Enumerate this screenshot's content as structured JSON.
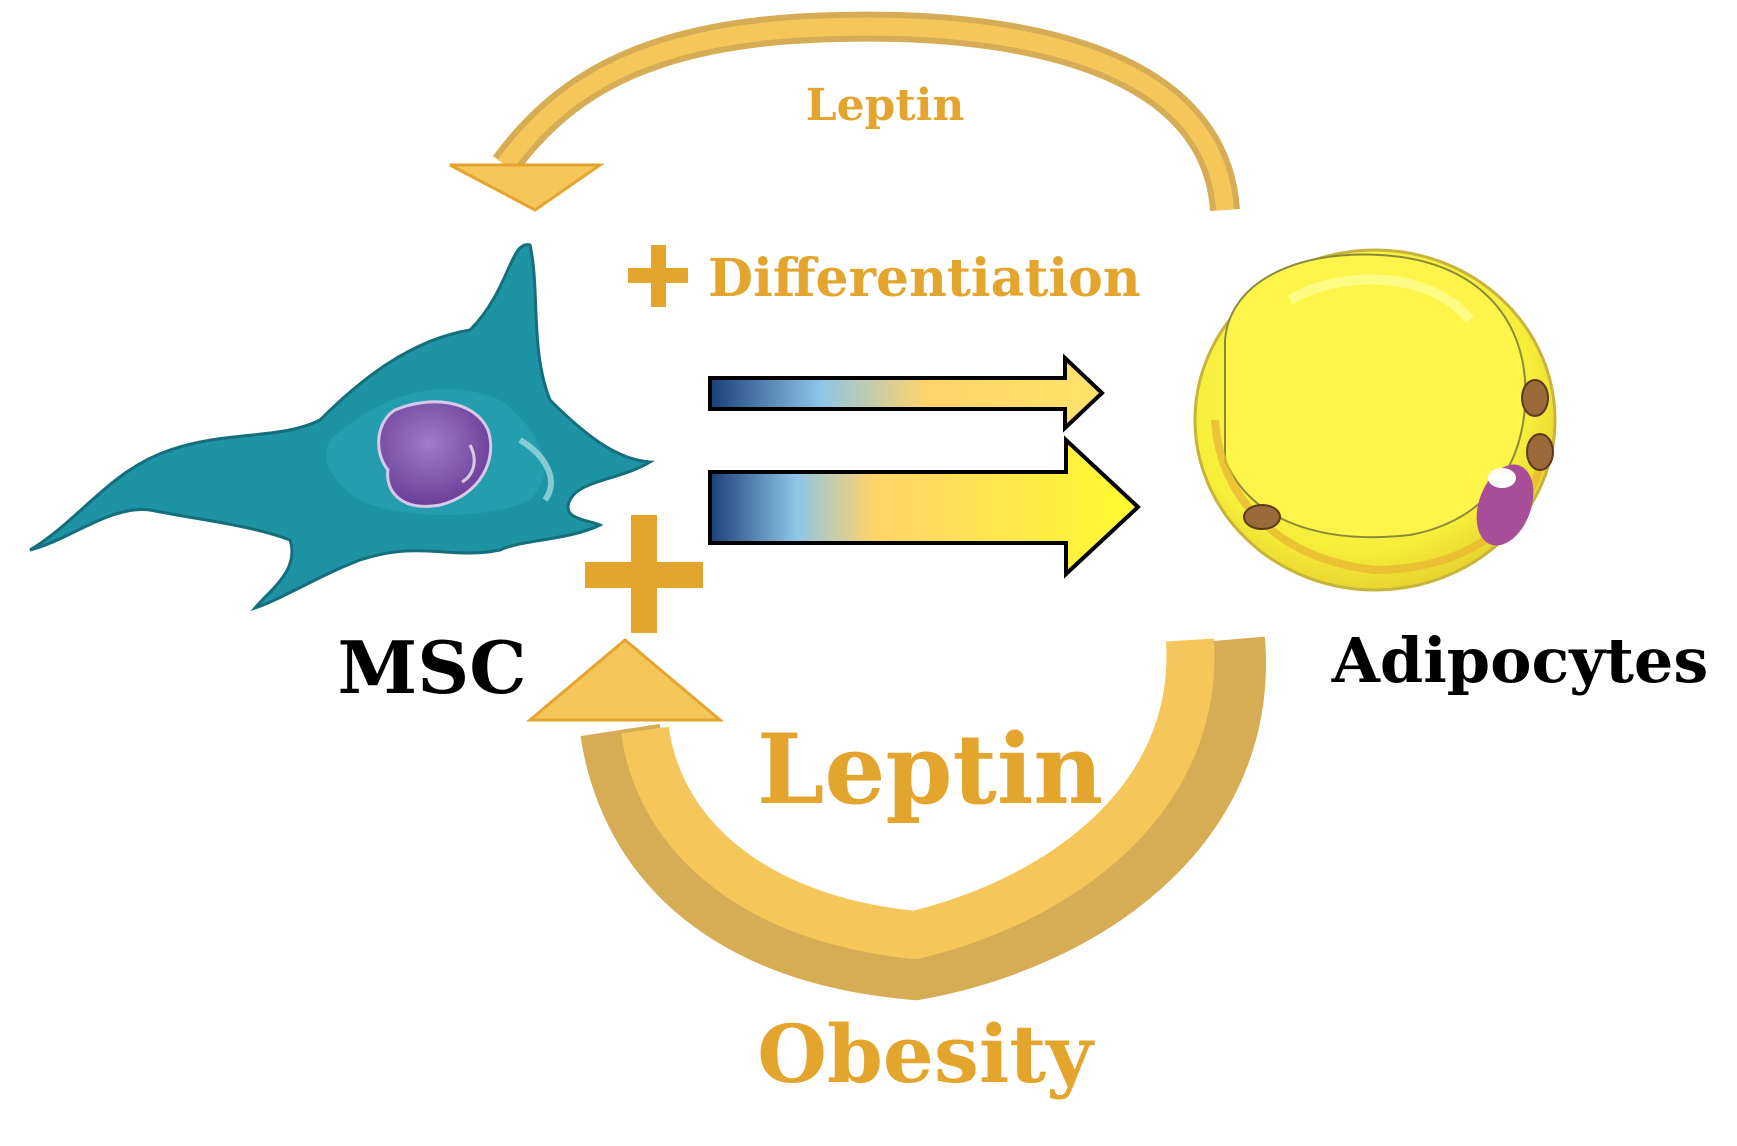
{
  "colors": {
    "leptin": "#E3A52E",
    "arrow_fill": "#F5C75A",
    "arrow_shade": "#D6AC55",
    "text_dark": "#000000",
    "msc_cell": "#1E93A4",
    "msc_nucleus": "#7A4FA8",
    "adipocyte_lipid": "#FAF24A",
    "adipocyte_nucleus": "#A84D98",
    "gradient_start": "#1B3E78",
    "gradient_mid": "#8CC5E8",
    "gradient_warm": "#FFD36B",
    "gradient_end": "#FFFB2E"
  },
  "labels": {
    "leptin_top": "Leptin",
    "differentiation": "Differentiation",
    "msc": "MSC",
    "adipocytes": "Adipocytes",
    "leptin_bottom": "Leptin",
    "obesity": "Obesity"
  },
  "icons": {
    "small_plus": "plus-icon",
    "large_plus": "plus-icon"
  }
}
